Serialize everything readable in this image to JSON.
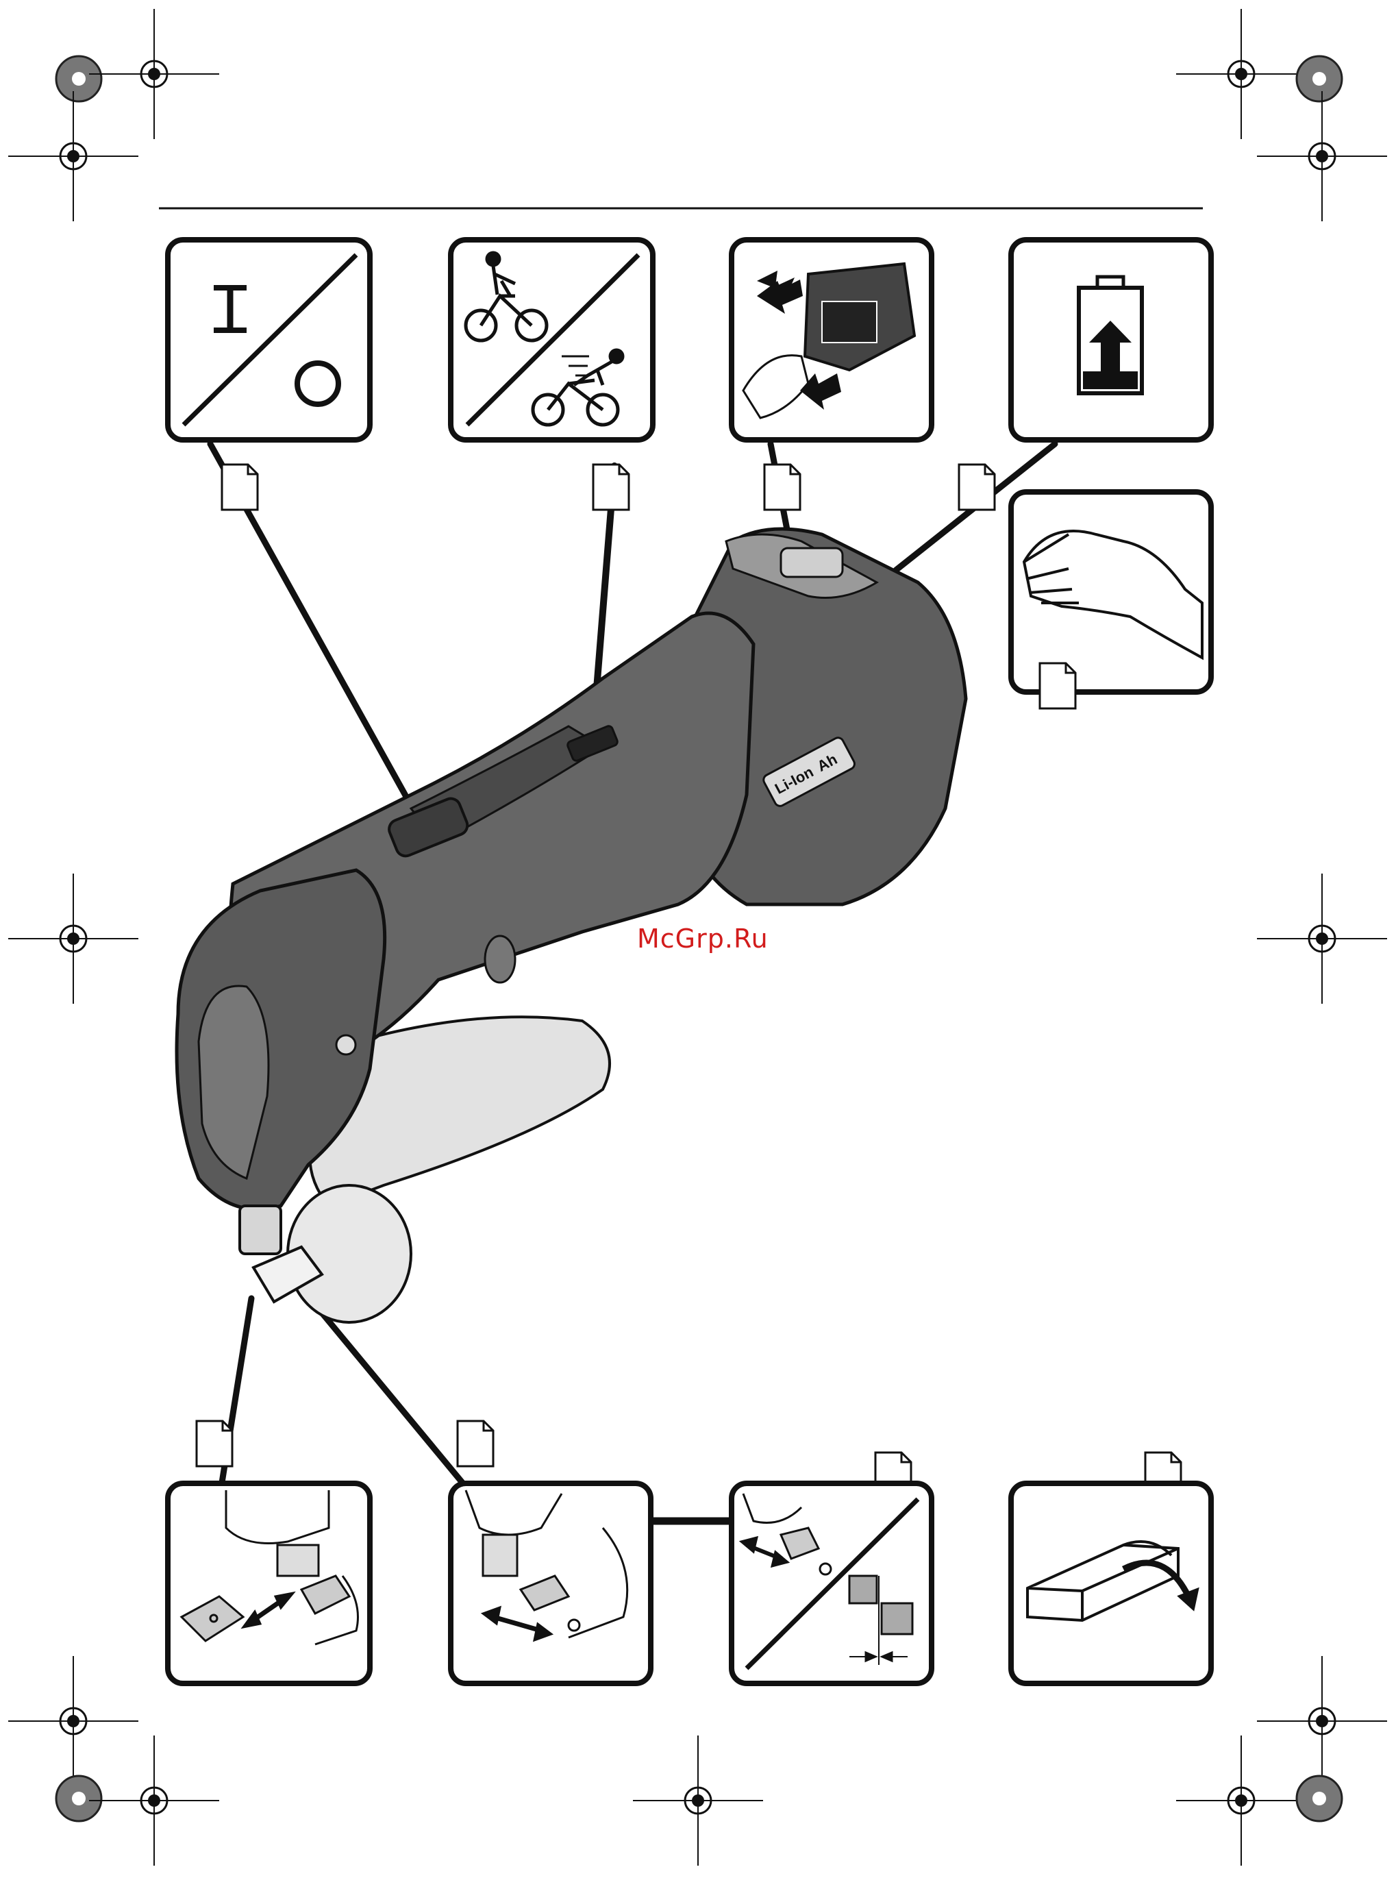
{
  "watermark": {
    "text": "McGrp.Ru",
    "color": "#d21c1c"
  },
  "tool": {
    "battery_label": "Li-Ion",
    "capacity_unit": "Ah"
  },
  "colors": {
    "ink": "#111111",
    "tool_body": "#5e5e5e",
    "tool_dark": "#3f3f3f",
    "tool_light": "#b9b9b9",
    "base_plate": "#e2e2e2",
    "panel_bg": "#ffffff"
  },
  "icons": {
    "top_panels": [
      "on-off-switch-icon",
      "speed-selector-icon",
      "battery-change-icon",
      "battery-charge-icon"
    ],
    "side_panel": "hand-protection-icon",
    "bottom_panels": [
      "cutter-change-icon",
      "cutter-adjust-icon",
      "cutting-gap-icon",
      "storage-case-icon"
    ],
    "page_reference": "page-reference-icon",
    "registration_marks": "registration-crosshair-icon"
  }
}
